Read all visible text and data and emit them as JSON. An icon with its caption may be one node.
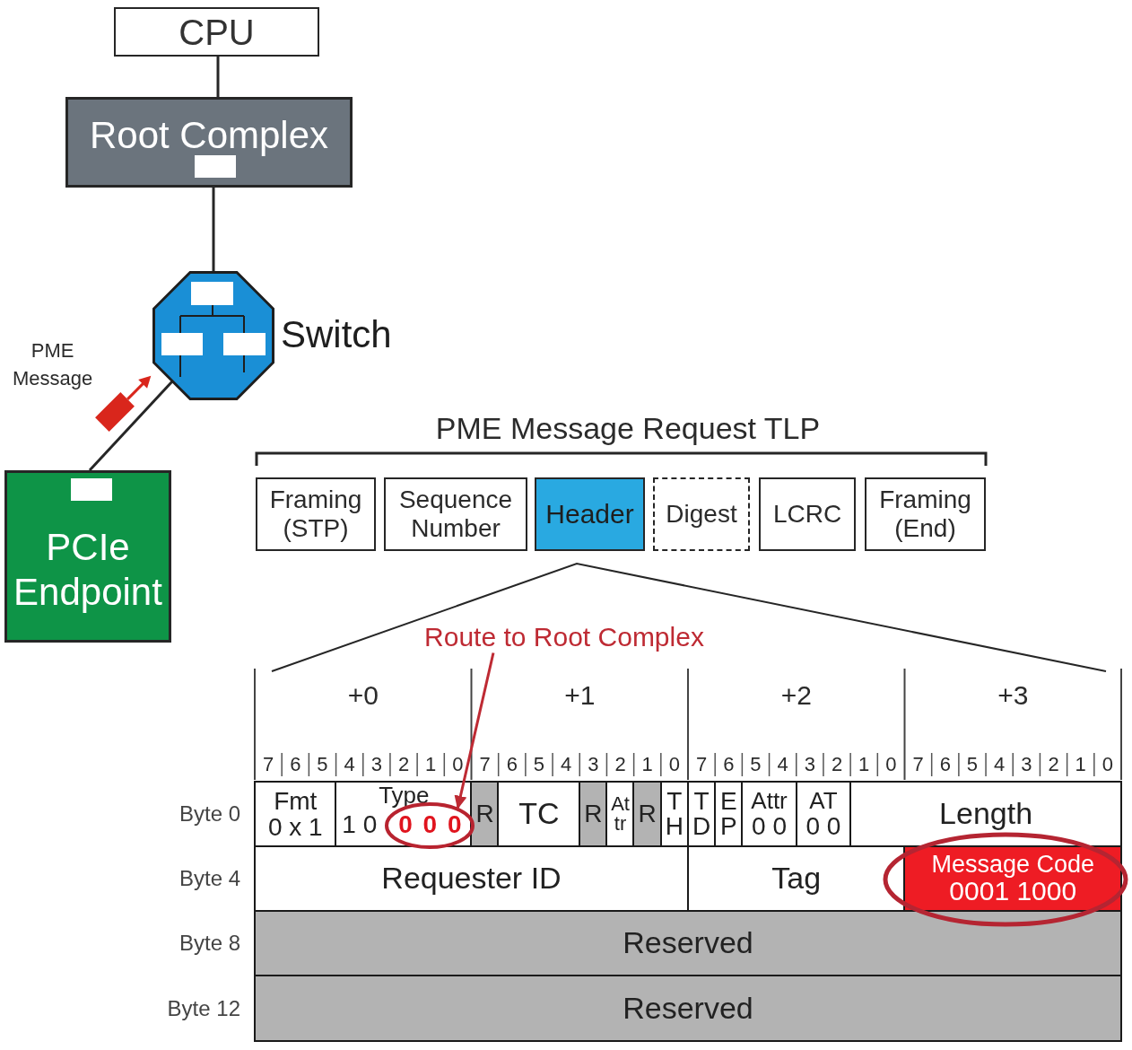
{
  "diagram": {
    "nodes": [
      {
        "text": [
          "CPU"
        ]
      },
      {
        "text": [
          "Root Complex"
        ]
      },
      {
        "text": [],
        "shape": "octagon",
        "beside": [
          "Switch"
        ]
      },
      {
        "text": [
          "PCIe Endpoint"
        ]
      },
      {
        "text": [
          "Framing (STP)"
        ]
      },
      {
        "text": [
          "Sequence Number"
        ]
      },
      {
        "text": [
          "Header"
        ]
      },
      {
        "text": [
          "Digest"
        ]
      },
      {
        "text": [
          "LCRC"
        ]
      },
      {
        "text": [
          "Framing (End)"
        ]
      },
      {
        "text": [
          "Route to Root Complex"
        ]
      },
      {
        "text": [],
        "shape": "ellipse"
      }
    ],
    "edges": [
      {
        "from": 0,
        "to": 1,
        "arrow": "none"
      },
      {
        "from": 1,
        "to": 2,
        "arrow": "none"
      },
      {
        "from": 2,
        "to": 3,
        "arrow": "none"
      },
      {
        "from": 10,
        "to": 11,
        "arrow": "to",
        "color": "#be2a33"
      }
    ],
    "labels": [
      "PME Message",
      "PME Message Request TLP",
      "+0",
      "+1",
      "+2",
      "+3",
      "7",
      "6",
      "5",
      "4",
      "3",
      "2",
      "1",
      "0",
      "7",
      "6",
      "5",
      "4",
      "3",
      "2",
      "1",
      "0",
      "7",
      "6",
      "5",
      "4",
      "3",
      "2",
      "1",
      "0",
      "7",
      "6",
      "5",
      "4",
      "3",
      "2",
      "1",
      "0",
      "Byte 0",
      "Fmt",
      "0 x 1",
      "Type",
      "1 0",
      "0 0 0",
      "R",
      "TC",
      "R",
      "Attr",
      "R",
      "TH",
      "TD",
      "EP",
      "Attr",
      "0 0",
      "AT",
      "0 0",
      "Length",
      "Byte 4",
      "Requester ID",
      "Tag",
      "Message Code",
      "0001 1000",
      "Byte 8",
      "Reserved",
      "Byte 12",
      "Reserved"
    ]
  }
}
